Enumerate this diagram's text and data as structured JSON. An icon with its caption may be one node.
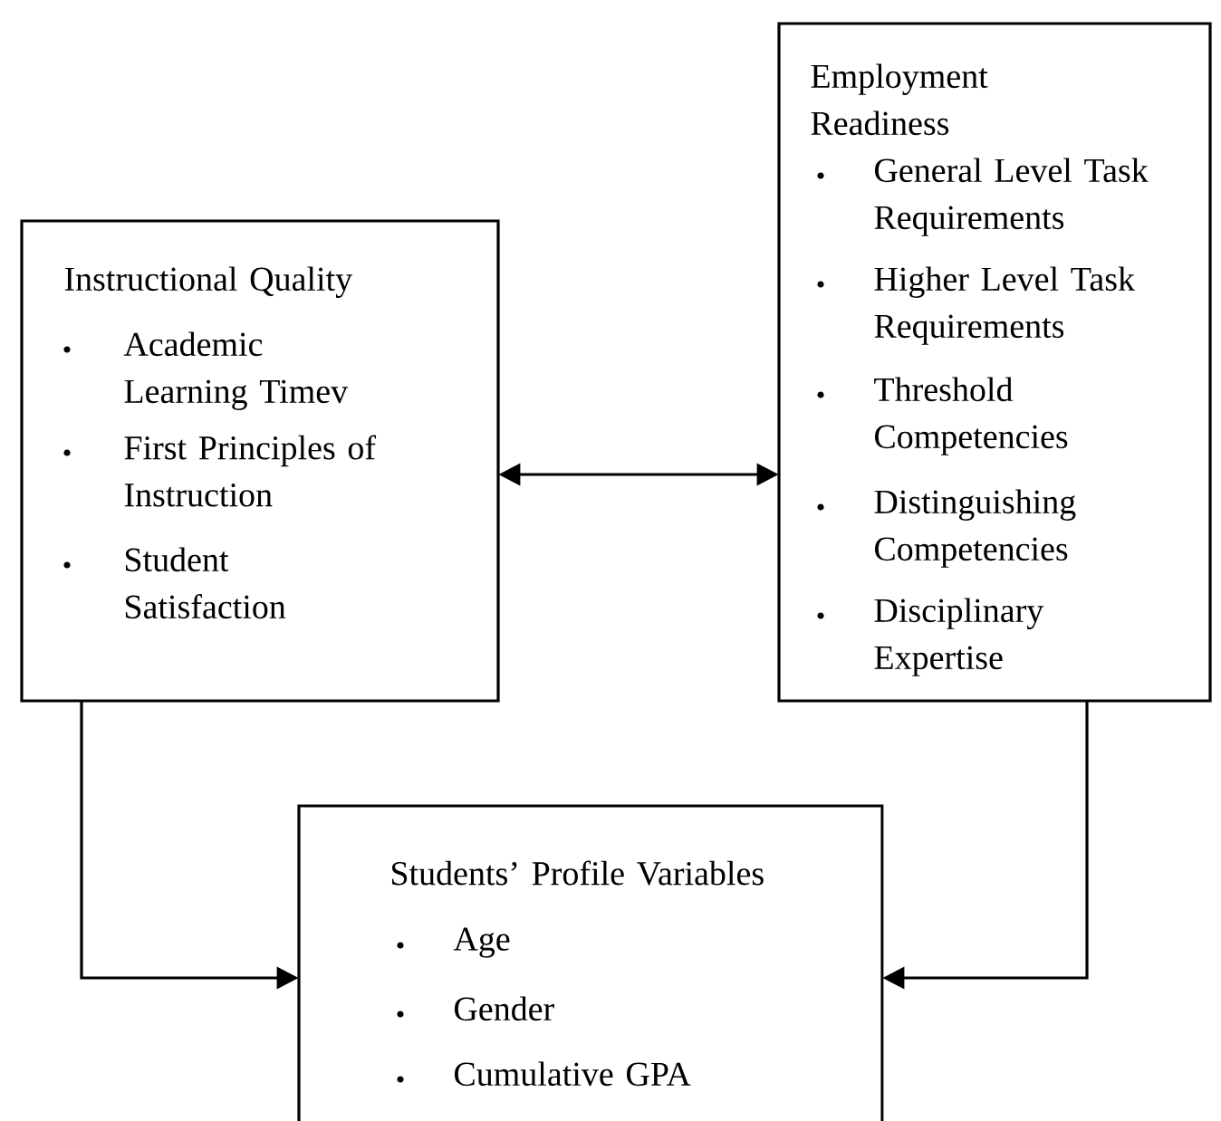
{
  "diagram": {
    "nodes": [
      {
        "text": [
          "Instructional Quality",
          "Academic Learning Timev",
          "First Principles of Instruction",
          "Student Satisfaction"
        ]
      },
      {
        "text": [
          "Employment Readiness",
          "General Level Task Requirements",
          "Higher Level Task Requirements",
          "Threshold Competencies",
          "Distinguishing Competencies",
          "Disciplinary Expertise"
        ]
      },
      {
        "text": [
          "Students’ Profile Variables",
          "Age",
          "Gender",
          "Cumulative GPA"
        ]
      }
    ],
    "edges": [
      {
        "from": 0,
        "to": 1,
        "arrow": "both"
      },
      {
        "from": 0,
        "to": 2,
        "arrow": "to"
      },
      {
        "from": 1,
        "to": 2,
        "arrow": "to"
      }
    ]
  }
}
